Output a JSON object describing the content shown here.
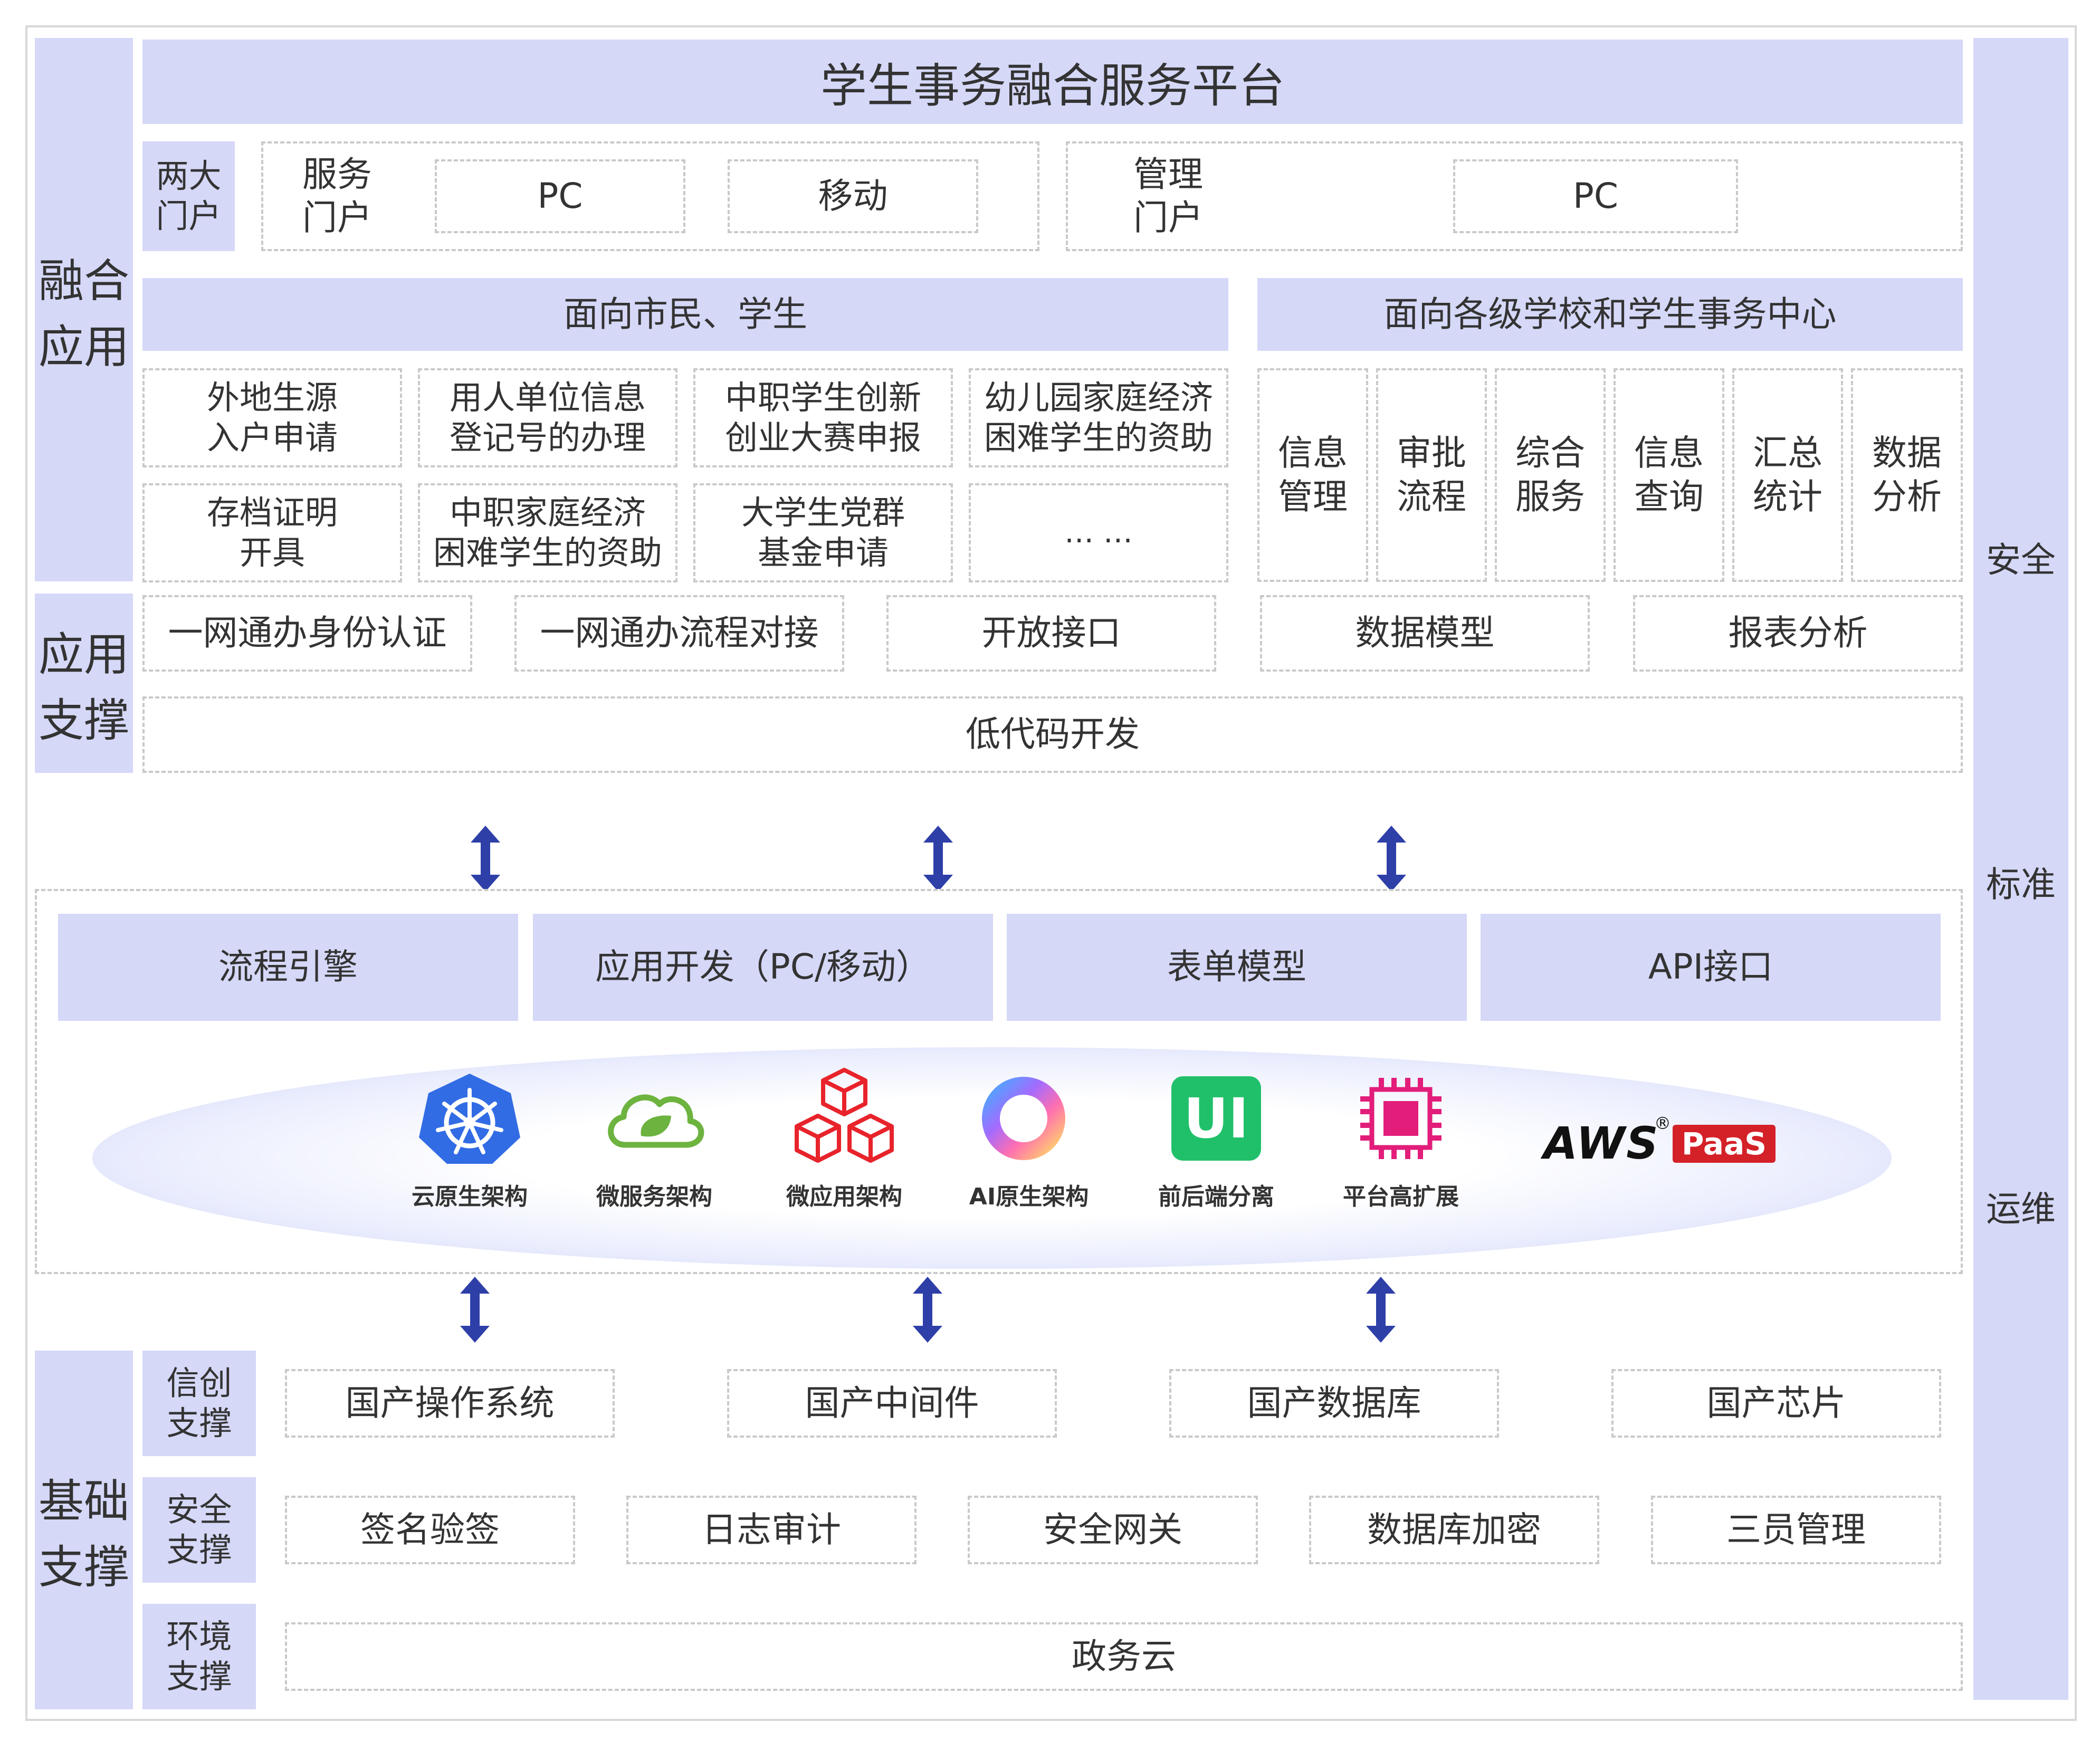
{
  "platform_title": "学生事务融合服务平台",
  "sections": {
    "fusion_app": "融合\n应用",
    "app_support": "应用\n支撑",
    "base_support": "基础\n支撑",
    "right_bar": [
      "安全",
      "标准",
      "运维"
    ]
  },
  "portals": {
    "label": "两大\n门户",
    "service": {
      "title": "服务\n门户",
      "items": [
        "PC",
        "移动"
      ]
    },
    "manage": {
      "title": "管理\n门户",
      "items": [
        "PC"
      ]
    }
  },
  "citizens": {
    "header": "面向市民、学生",
    "items": [
      "外地生源\n入户申请",
      "用人单位信息\n登记号的办理",
      "中职学生创新\n创业大赛申报",
      "幼儿园家庭经济\n困难学生的资助",
      "存档证明\n开具",
      "中职家庭经济\n困难学生的资助",
      "大学生党群\n基金申请",
      "… …"
    ]
  },
  "schools": {
    "header": "面向各级学校和学生事务中心",
    "items": [
      "信息\n管理",
      "审批\n流程",
      "综合\n服务",
      "信息\n查询",
      "汇总\n统计",
      "数据\n分析"
    ]
  },
  "support_row": [
    "一网通办身份认证",
    "一网通办流程对接",
    "开放接口",
    "数据模型",
    "报表分析"
  ],
  "lowcode": "低代码开发",
  "engines": [
    "流程引擎",
    "应用开发（PC/移动）",
    "表单模型",
    "API接口"
  ],
  "tech": {
    "items": [
      "云原生架构",
      "微服务架构",
      "微应用架构",
      "AI原生架构",
      "前后端分离",
      "平台高扩展"
    ],
    "ui_badge": "UI",
    "aws": "AWS",
    "aws_reg": "®",
    "paas": "PaaS",
    "icons": [
      "kubernetes-icon",
      "spring-cloud-icon",
      "cubes-icon",
      "ai-ring-icon",
      "ui-badge-icon",
      "chip-icon"
    ]
  },
  "xinchuang": {
    "label": "信创\n支撑",
    "items": [
      "国产操作系统",
      "国产中间件",
      "国产数据库",
      "国产芯片"
    ]
  },
  "security": {
    "label": "安全\n支撑",
    "items": [
      "签名验签",
      "日志审计",
      "安全网关",
      "数据库加密",
      "三员管理"
    ]
  },
  "environment": {
    "label": "环境\n支撑",
    "items": [
      "政务云"
    ]
  },
  "colors": {
    "section_fill": "#d5d8f7",
    "arrow": "#2e3fa8",
    "paas_red": "#d42027"
  }
}
